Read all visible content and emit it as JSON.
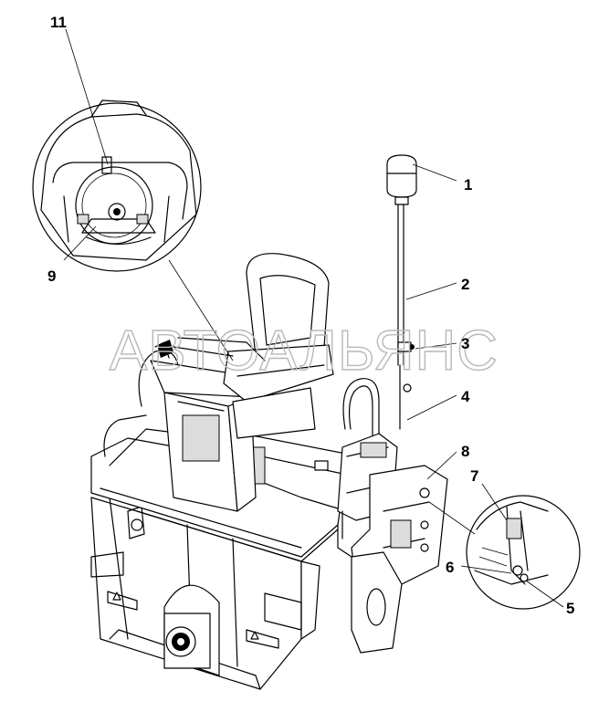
{
  "watermark": "АВТОАЛЬЯНС",
  "callouts": [
    {
      "id": "1",
      "label": "1"
    },
    {
      "id": "2",
      "label": "2"
    },
    {
      "id": "3",
      "label": "3"
    },
    {
      "id": "4",
      "label": "4"
    },
    {
      "id": "5",
      "label": "5"
    },
    {
      "id": "6",
      "label": "6"
    },
    {
      "id": "7",
      "label": "7"
    },
    {
      "id": "8",
      "label": "8"
    },
    {
      "id": "9",
      "label": "9"
    },
    {
      "id": "11",
      "label": "11"
    }
  ],
  "colors": {
    "line": "#000000",
    "background": "#ffffff",
    "watermark": "#b8b8b8"
  }
}
